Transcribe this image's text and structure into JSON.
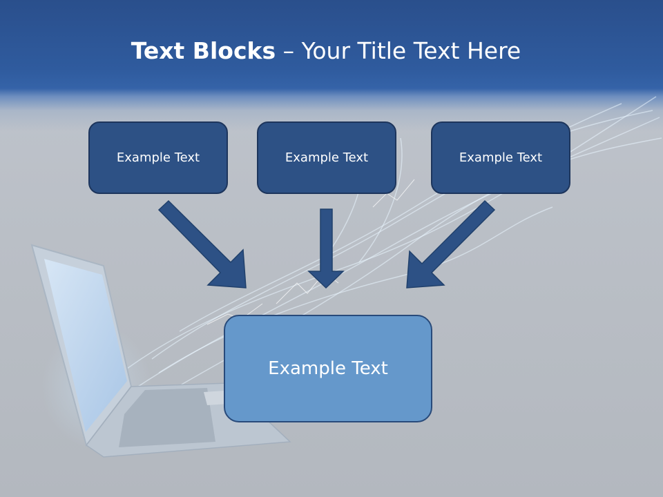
{
  "slide": {
    "title_bold": "Text Blocks",
    "title_dash": " – ",
    "title_rest": "Your Title Text Here"
  },
  "diagram": {
    "top_boxes": [
      {
        "label": "Example Text"
      },
      {
        "label": "Example Text"
      },
      {
        "label": "Example Text"
      }
    ],
    "center_box": {
      "label": "Example Text"
    }
  },
  "colors": {
    "header_blue": "#2f5b9e",
    "box_dark_blue": "#2d5185",
    "box_light_blue": "#6598cb",
    "arrow_blue": "#2d5185",
    "background_gray": "#b9bec5"
  }
}
